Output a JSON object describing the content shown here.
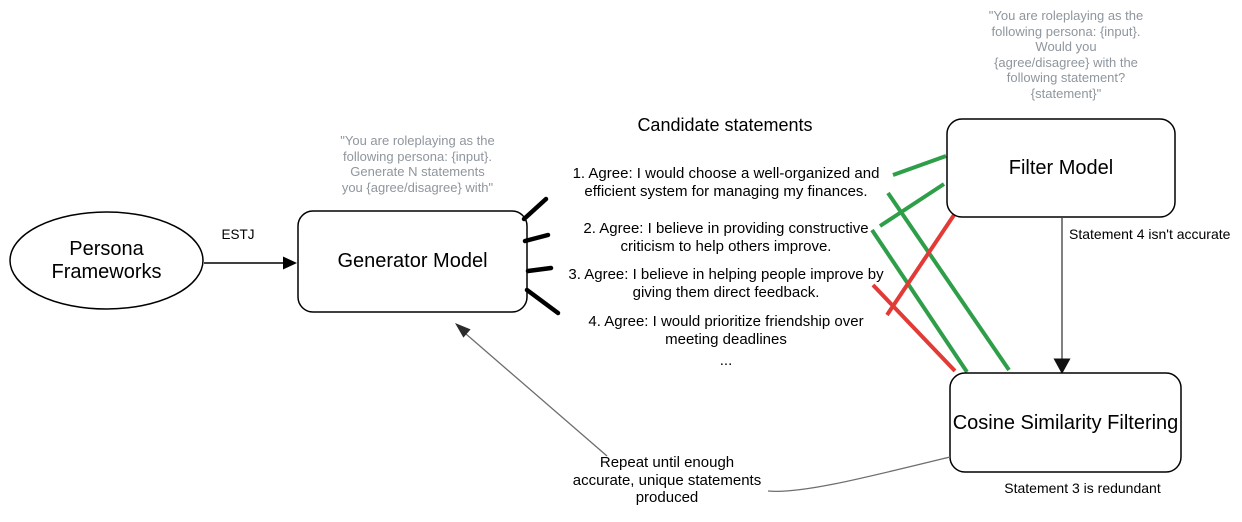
{
  "heading": {
    "candidate_statements": "Candidate statements"
  },
  "nodes": {
    "persona_frameworks": "Persona\nFrameworks",
    "generator_model": "Generator Model",
    "filter_model": "Filter Model",
    "cosine_similarity_filtering": "Cosine Similarity Filtering"
  },
  "prompts": {
    "generator": "\"You are roleplaying as the\nfollowing persona: {input}.\nGenerate N statements\nyou {agree/disagree} with\"",
    "filter": "\"You are roleplaying as the\nfollowing persona: {input}.\nWould you\n{agree/disagree} with the\nfollowing statement?\n{statement}\""
  },
  "statements": {
    "items": [
      "1. Agree: I would choose a well-organized and\nefficient system for managing my finances.",
      "2. Agree: I believe in providing constructive\ncriticism to help others improve.",
      "3. Agree: I believe in helping people improve by\ngiving them direct feedback.",
      "4. Agree: I would prioritize friendship over\nmeeting deadlines"
    ],
    "ellipsis": "..."
  },
  "labels": {
    "estj": "ESTJ",
    "filter_verdict": "Statement 4 isn't accurate",
    "cosine_verdict": "Statement 3 is redundant",
    "repeat_note": "Repeat until enough\naccurate, unique statements\nproduced"
  },
  "colors": {
    "pass_edge": "#2f9e49",
    "fail_edge": "#e23a36",
    "prompt_text": "#8f969d",
    "node_border": "#000000",
    "connector_gray": "#6e6e6e"
  }
}
